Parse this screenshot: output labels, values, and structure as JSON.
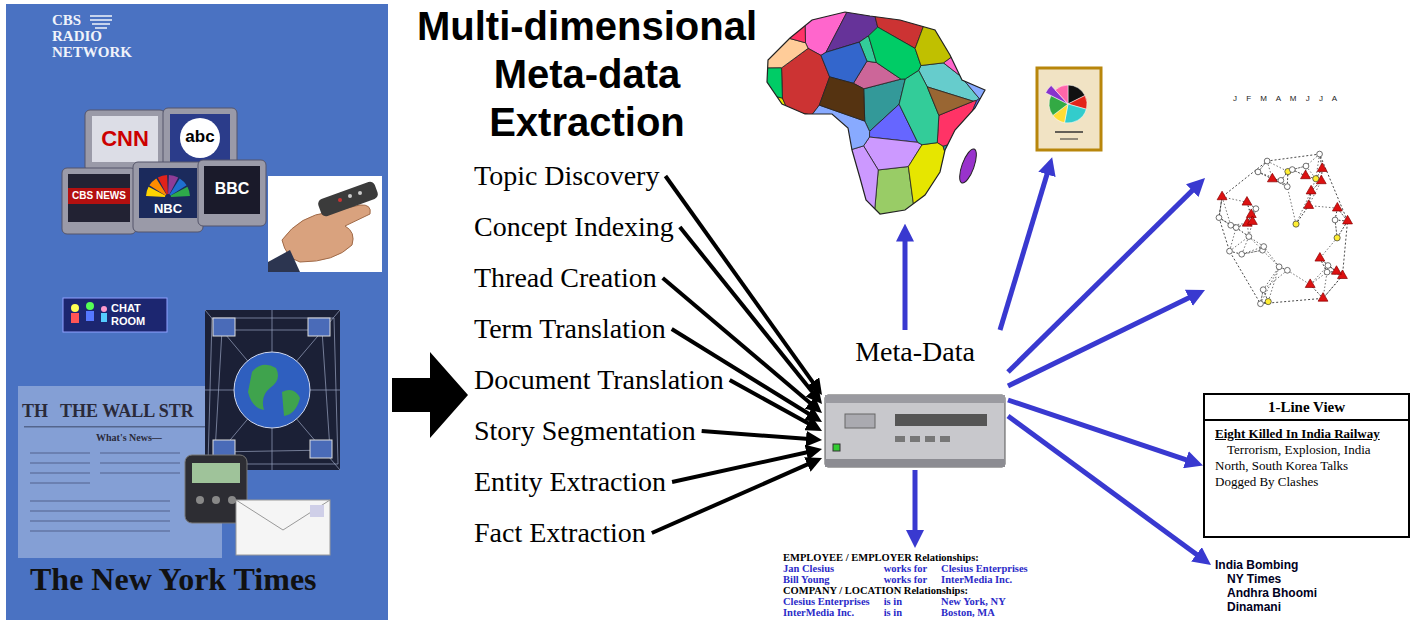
{
  "diagram": {
    "title": "Multi-dimensional Meta-data Extraction",
    "nodes": [
      {
        "text": [
          "CBS RADIO NETWORK",
          "CNN",
          "abc",
          "CBS NEWS",
          "NBC",
          "BBC",
          "CHAT ROOM",
          "TH",
          "THE WALL STR",
          "What's News—",
          "The New York Times"
        ]
      },
      {
        "text": [
          "Topic Discovery"
        ]
      },
      {
        "text": [
          "Concept Indexing"
        ]
      },
      {
        "text": [
          "Thread Creation"
        ]
      },
      {
        "text": [
          "Term Translation"
        ]
      },
      {
        "text": [
          "Document Translation"
        ]
      },
      {
        "text": [
          "Story Segmentation"
        ]
      },
      {
        "text": [
          "Entity Extraction"
        ]
      },
      {
        "text": [
          "Fact Extraction"
        ]
      },
      {
        "text": [
          "Meta-Data"
        ]
      },
      {
        "text": [
          "J F M A M J J A"
        ]
      },
      {
        "text": [
          "1-Line View",
          "Eight Killed In India Railway",
          "Terrorism, Explosion, India",
          "North, South Korea Talks Dogged By Clashes"
        ]
      },
      {
        "text": [
          "EMPLOYEE / EMPLOYER Relationships:",
          "Jan Clesius",
          "works for",
          "Clesius Enterprises",
          "Bill Young",
          "works for",
          "InterMedia Inc.",
          "COMPANY / LOCATION Relationships:",
          "Clesius Enterprises",
          "is in",
          "New York, NY",
          "InterMedia Inc.",
          "is in",
          "Boston, MA"
        ]
      },
      {
        "text": [
          "India Bombing",
          "NY Times",
          "Andhra Bhoomi",
          "Dinamani"
        ]
      }
    ],
    "edges": [
      {
        "from": 1,
        "to": 9,
        "arrow": "to"
      },
      {
        "from": 2,
        "to": 9,
        "arrow": "to"
      },
      {
        "from": 3,
        "to": 9,
        "arrow": "to"
      },
      {
        "from": 4,
        "to": 9,
        "arrow": "to"
      },
      {
        "from": 5,
        "to": 9,
        "arrow": "to"
      },
      {
        "from": 6,
        "to": 9,
        "arrow": "to"
      },
      {
        "from": 7,
        "to": 9,
        "arrow": "to"
      },
      {
        "from": 8,
        "to": 9,
        "arrow": "to"
      },
      {
        "from": 9,
        "to": 10,
        "arrow": "to"
      },
      {
        "from": 9,
        "to": 10,
        "arrow": "to"
      },
      {
        "from": 9,
        "to": 11,
        "arrow": "to"
      },
      {
        "from": 9,
        "to": 12,
        "arrow": "to"
      },
      {
        "from": 9,
        "to": 13,
        "arrow": "to"
      }
    ]
  }
}
